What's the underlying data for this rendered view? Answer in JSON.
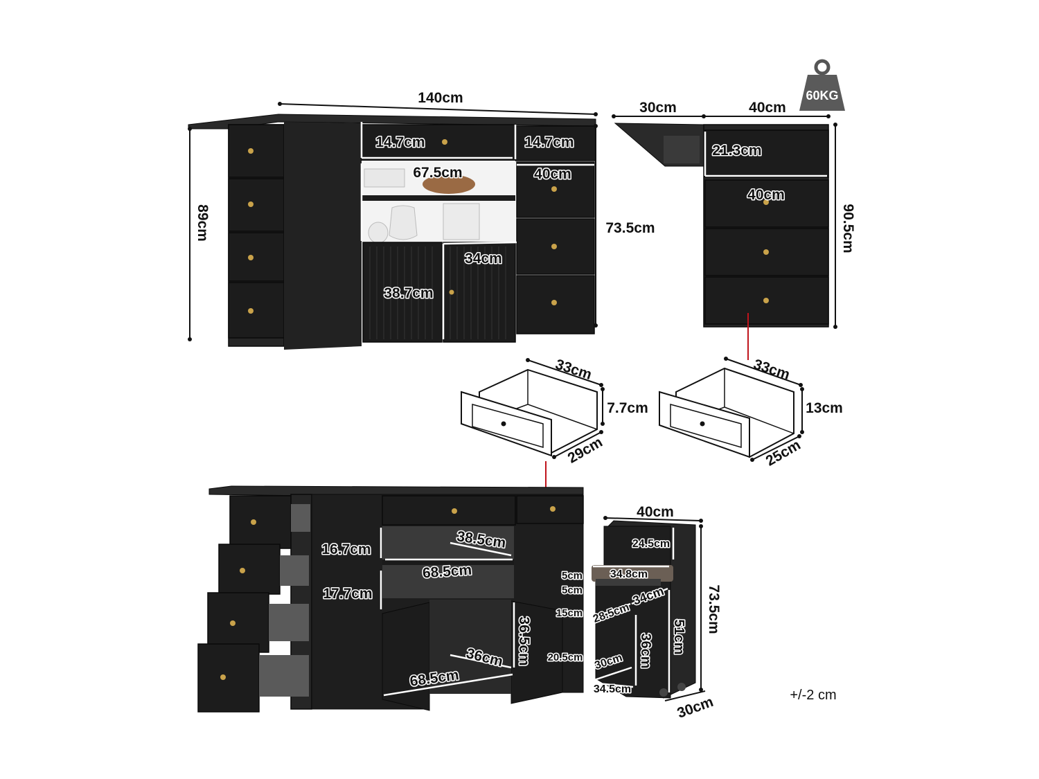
{
  "weight": {
    "label": "60KG"
  },
  "tolerance": "+/-2 cm",
  "front_view": {
    "total_width": "140cm",
    "height": "89cm",
    "top_drawer_left": "14.7cm",
    "top_drawer_right": "14.7cm",
    "shelf_width": "67.5cm",
    "right_drawer_width": "40cm",
    "right_height": "73.5cm",
    "door_width": "34cm",
    "door_height": "38.7cm"
  },
  "side_view": {
    "leaf_width": "30cm",
    "cabinet_width": "40cm",
    "top_drawer_height": "21.3cm",
    "drawer_width": "40cm",
    "height": "90.5cm"
  },
  "small_drawer": {
    "depth": "33cm",
    "height": "7.7cm",
    "width": "29cm"
  },
  "large_drawer": {
    "depth": "33cm",
    "height": "13cm",
    "width": "25cm"
  },
  "open_view": {
    "shelf_gap_upper": "16.7cm",
    "shelf_depth": "38.5cm",
    "shelf_width": "68.5cm",
    "shelf_gap_lower": "17.7cm",
    "cabinet_height": "36.5cm",
    "cabinet_depth": "36cm",
    "cabinet_width": "68.5cm"
  },
  "stool": {
    "width": "40cm",
    "back_height": "24.5cm",
    "seat_width": "34.8cm",
    "seat_gap1": "5cm",
    "seat_gap2": "5cm",
    "seat_depth": "34cm",
    "inner_depth": "28.5cm",
    "side_a": "15cm",
    "inner_height": "36cm",
    "leg_height": "51cm",
    "total_height": "73.5cm",
    "side_b": "20.5cm",
    "bottom_shelf": "30cm",
    "base_width": "34.5cm",
    "depth": "30cm"
  }
}
